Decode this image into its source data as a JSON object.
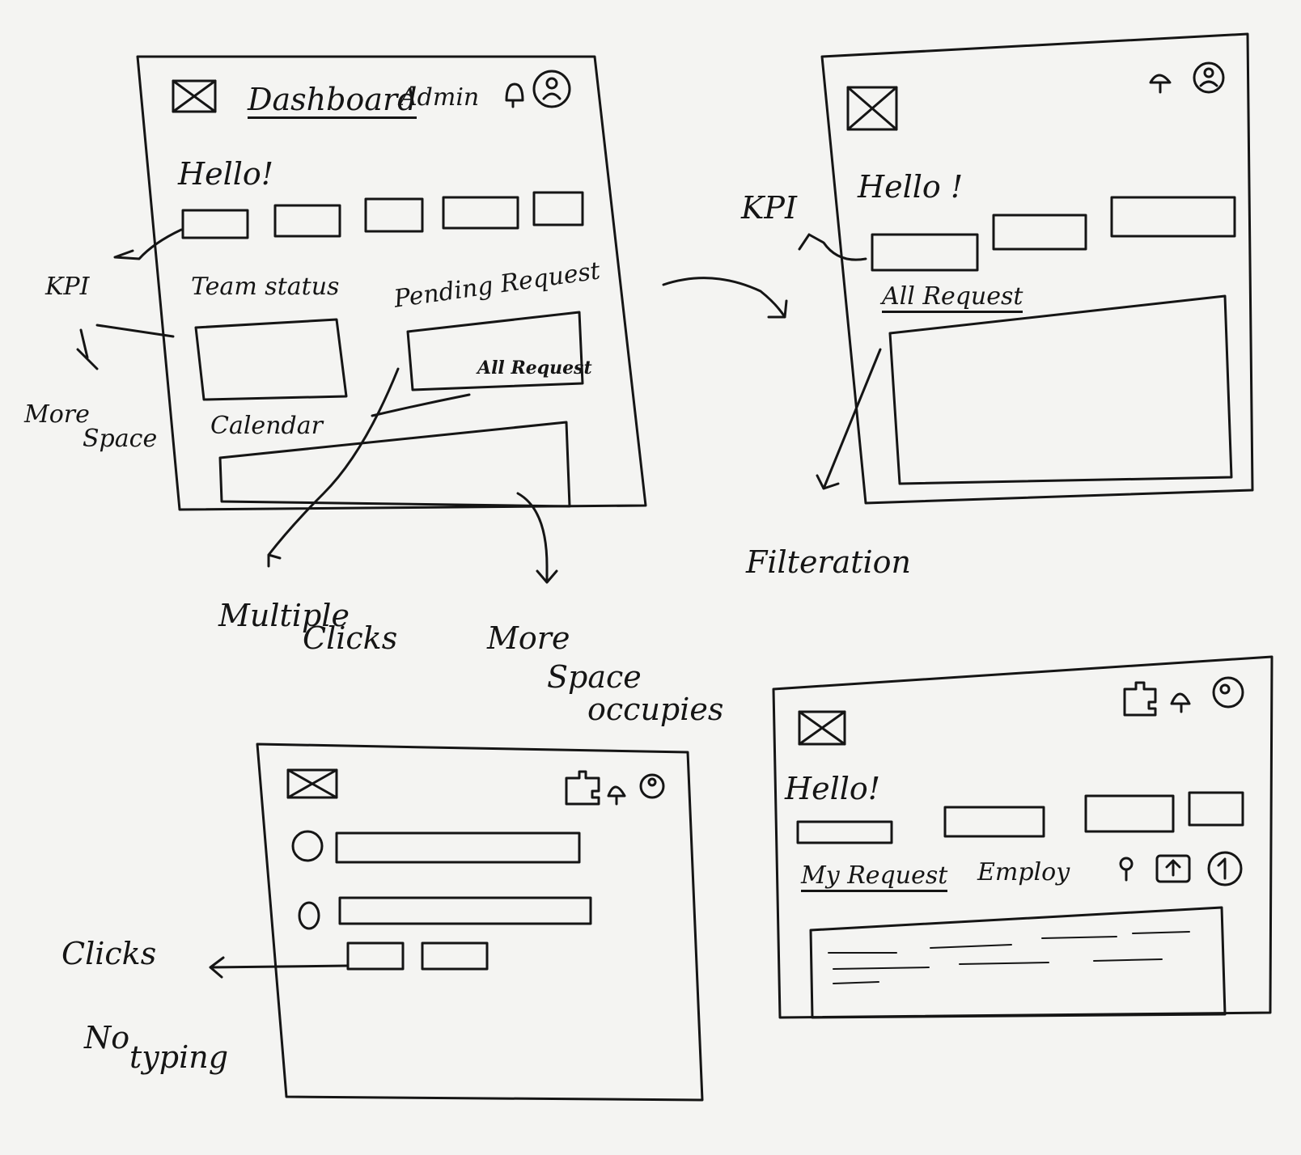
{
  "ink_color": "#151515",
  "paper_color": "#f4f4f2",
  "sketch1": {
    "nav": {
      "dashboard": "Dashboard",
      "admin": "Admin"
    },
    "icons": [
      "image-placeholder-icon",
      "bell-icon",
      "user-avatar-icon"
    ],
    "greeting": "Hello!",
    "team_status": "Team status",
    "pending_request": "Pending Request",
    "all_request": "All Request",
    "calendar": "Calendar"
  },
  "sketch2": {
    "icons": [
      "image-placeholder-icon",
      "bell-icon",
      "user-avatar-icon"
    ],
    "greeting": "Hello !",
    "all_request": "All Request"
  },
  "sketch3": {
    "icons": [
      "image-placeholder-icon",
      "puzzle-icon",
      "bell-icon",
      "user-avatar-icon"
    ]
  },
  "sketch4": {
    "icons": [
      "image-placeholder-icon",
      "puzzle-icon",
      "bell-icon",
      "user-avatar-icon",
      "search-icon",
      "upload-icon",
      "add-icon"
    ],
    "greeting": "Hello!",
    "my_request": "My Request",
    "employ": "Employ"
  },
  "notes": {
    "kpi_left": "KPI",
    "more_space_left_1": "More",
    "more_space_left_2": "Space",
    "multiple_clicks_1": "Multiple",
    "multiple_clicks_2": "Clicks",
    "more_space_bottom_1": "More",
    "more_space_bottom_2": "Space",
    "more_space_bottom_3": "occupies",
    "kpi_right": "KPI",
    "filteration": "Filteration",
    "clicks": "Clicks",
    "no_typing_1": "No",
    "no_typing_2": "typing"
  }
}
